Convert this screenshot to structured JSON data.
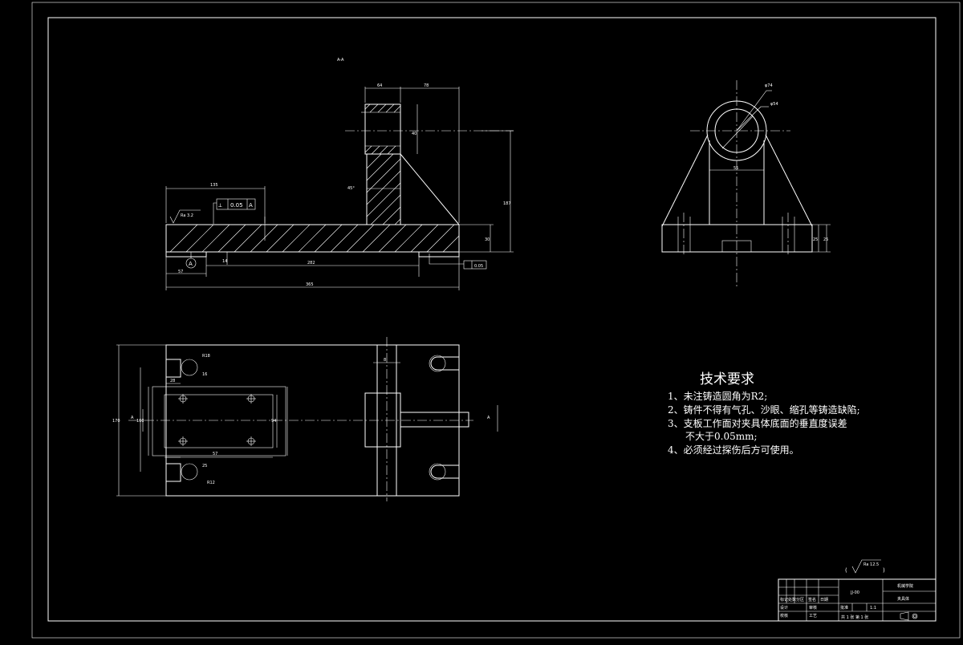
{
  "drawing": {
    "section_label": "A-A",
    "tolerance_frame": {
      "symbol": "⟂",
      "value": "0.05",
      "datum": "A"
    },
    "datum_label": "A",
    "roughness_main": "Ra 3.2",
    "roughness_general": "Ra 12.5",
    "flatness_value": "0.05",
    "dims": {
      "d_64": "64",
      "d_78": "78",
      "d_135": "135",
      "d_40": "40",
      "d_45": "45°",
      "d_187": "187",
      "d_30": "30",
      "d_14": "14",
      "d_282": "282",
      "d_57": "57",
      "d_365": "365",
      "d_phi74": "φ74",
      "d_phi54": "φ54",
      "d_55": "55",
      "d_25a": "25",
      "d_25b": "25",
      "d_r18": "R18",
      "d_16": "16",
      "d_28": "28",
      "d_170": "170",
      "d_57b": "57",
      "d_160": "160",
      "d_94": "94",
      "d_r12": "R12",
      "d_25c": "25",
      "d_8": "8",
      "d_a_left": "A",
      "d_a_right": "A"
    }
  },
  "tech_requirements": {
    "title": "技术要求",
    "items": [
      "1、未注铸造圆角为R2;",
      "2、铸件不得有气孔、沙眼、缩孔等铸造缺陷;",
      "3、支板工作面对夹具体底面的垂直度误差",
      "不大于0.05mm;",
      "4、必须经过探伤后方可使用。"
    ]
  },
  "title_block": {
    "part_name": "夹具体",
    "school": "机械学院",
    "drawing_no": "JJ-00",
    "scale": "1:1",
    "sheet_info": "共 1 张 第 1 张",
    "cells": [
      "设计",
      "校核",
      "审核",
      "工艺",
      "批准",
      "标记",
      "处数",
      "分区",
      "签名",
      "日期"
    ]
  }
}
